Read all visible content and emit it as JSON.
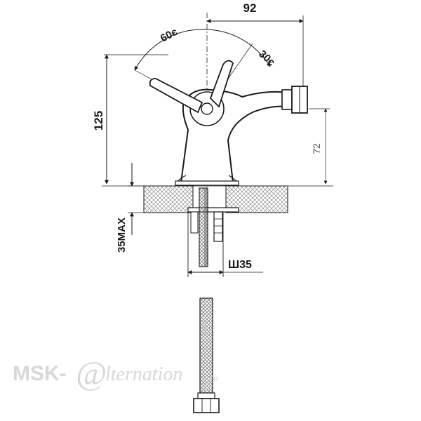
{
  "dimensions": {
    "width_top": "92",
    "height_total": "125",
    "spout_height": "72",
    "angle_left": "60є",
    "angle_right": "30є",
    "max_thickness": "35MAX",
    "hole_diameter": "Ш35"
  },
  "watermark": {
    "brand": "MSK-",
    "at_symbol": "@",
    "script": "lternation",
    "domain": ".ru"
  },
  "colors": {
    "line": "#1a1a1a",
    "hatch": "#666666",
    "watermark": "#d8d8d8"
  }
}
